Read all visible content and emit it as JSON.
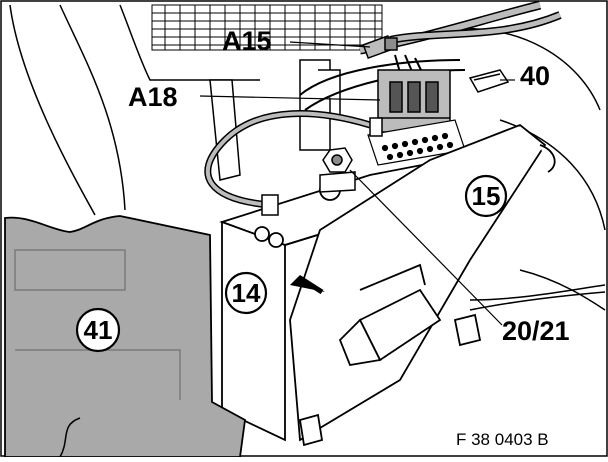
{
  "figure": {
    "reference_code": "F 38 0403 B",
    "callouts": {
      "a15": "A15",
      "a18": "A18",
      "c40": "40",
      "c2021": "20/21"
    },
    "circled_numbers": {
      "n41": "41",
      "n14": "14",
      "n15": "15"
    }
  }
}
